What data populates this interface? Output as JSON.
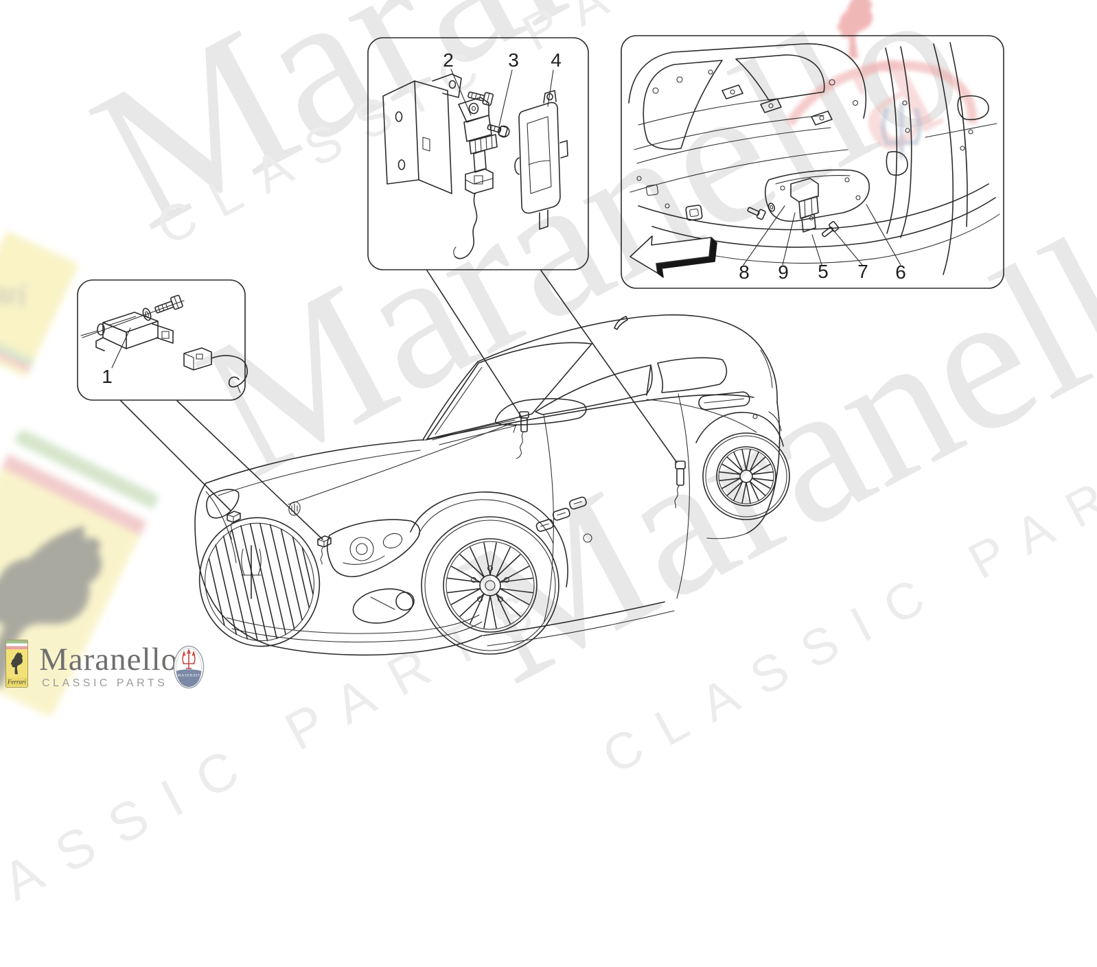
{
  "watermark": {
    "brand": "Maranello",
    "classic_parts": "CLASSIC PARTS",
    "color": "#e8e8e8"
  },
  "callouts": {
    "box1": {
      "labels": [
        "1"
      ]
    },
    "box2": {
      "labels": [
        "2",
        "3",
        "4"
      ]
    },
    "box3": {
      "labels": [
        "8",
        "9",
        "5",
        "7",
        "6"
      ]
    }
  },
  "footer_logo": {
    "brand": "Maranello",
    "subtitle": "CLASSIC PARTS",
    "ferrari_badge_text": "Ferrari",
    "maserati_badge_text": "MASERATI"
  },
  "colors": {
    "line": "#2b2b2b",
    "watermark_gray": "#e8e8e8",
    "ferrari_yellow": "#f2e178",
    "maserati_blue": "#7b89a6",
    "trident_red": "#c64848",
    "logo_gray": "#6f6f6f"
  }
}
